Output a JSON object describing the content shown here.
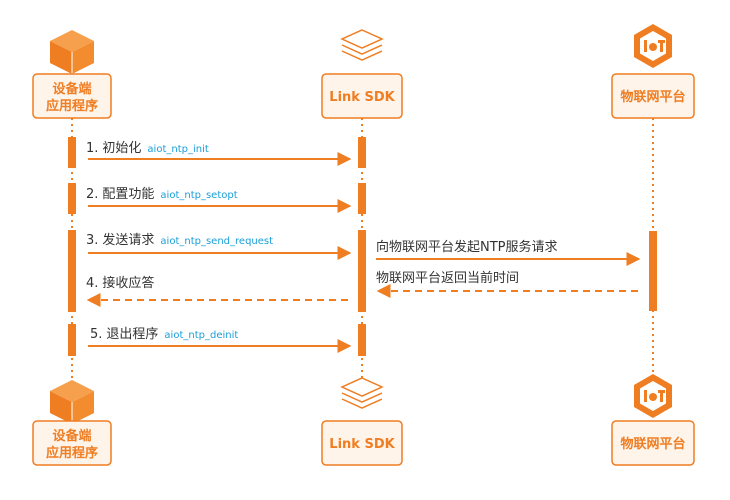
{
  "participants": {
    "device": {
      "label_line1": "设备端",
      "label_line2": "应用程序",
      "icon": "cube-icon"
    },
    "sdk": {
      "label": "Link SDK",
      "icon": "layers-icon"
    },
    "platform": {
      "label": "物联网平台",
      "icon": "iot-logo-icon"
    }
  },
  "steps": {
    "init": {
      "number": "1.",
      "text": "初始化",
      "api": "aiot_ntp_init"
    },
    "setopt": {
      "number": "2.",
      "text": "配置功能",
      "api": "aiot_ntp_setopt"
    },
    "send": {
      "number": "3.",
      "text": "发送请求",
      "api": "aiot_ntp_send_request"
    },
    "receive": {
      "number": "4.",
      "text": "接收应答"
    },
    "deinit": {
      "number": "5.",
      "text": "退出程序",
      "api": "aiot_ntp_deinit"
    }
  },
  "messages": {
    "to_platform": "向物联网平台发起NTP服务请求",
    "from_platform": "物联网平台返回当前时间"
  },
  "colors": {
    "accent": "#ef7d22",
    "api": "#1a9fd9",
    "text": "#333333"
  }
}
